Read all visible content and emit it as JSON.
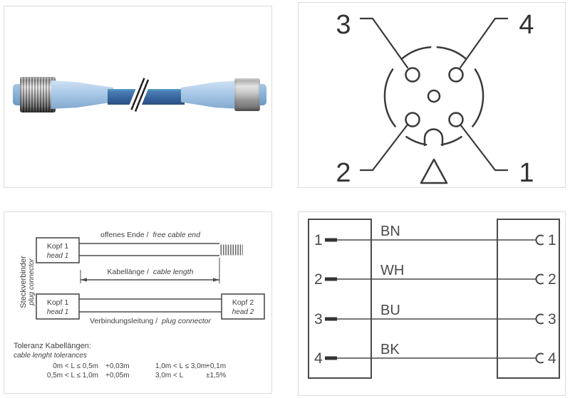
{
  "page": {
    "ink": "#3a3a3a",
    "panel_border": "#dcdcdc",
    "background": "#ffffff"
  },
  "photo": {
    "cable_color": "#35619a",
    "connector_body_color": "#accbe9",
    "nut_color": "#9c9c9c"
  },
  "pinout": {
    "pin_top_left": "3",
    "pin_top_right": "4",
    "pin_bottom_left": "2",
    "pin_bottom_right": "1"
  },
  "drawing": {
    "side_label_de": "Steckverbinder",
    "side_label_en": "plug connector",
    "head1_de": "Kopf 1",
    "head1_en": "head 1",
    "head2_de": "Kopf 2",
    "head2_en": "head 2",
    "free_end_de": "offenes Ende /",
    "free_end_en": "free cable end",
    "cable_length_de": "Kabellänge /",
    "cable_length_en": "cable length",
    "connection_de": "Verbindungsleitung /",
    "connection_en": "plug connector",
    "tolerance_title_de": "Toleranz Kabellängen:",
    "tolerance_title_en": "cable lenght tolerances",
    "tolerances": [
      {
        "range": "0m < L ≤ 0,5m",
        "value": "+0,03m"
      },
      {
        "range": "0,5m < L ≤ 1,0m",
        "value": "+0,05m"
      },
      {
        "range": "1,0m < L ≤ 3,0m",
        "value": "+0,1m"
      },
      {
        "range": "3,0m < L",
        "value": "±1,5%"
      }
    ]
  },
  "wiring": {
    "left_pins": [
      "1",
      "2",
      "3",
      "4"
    ],
    "right_pins": [
      "1",
      "2",
      "3",
      "4"
    ],
    "wire_labels": [
      "BN",
      "WH",
      "BU",
      "BK"
    ]
  }
}
